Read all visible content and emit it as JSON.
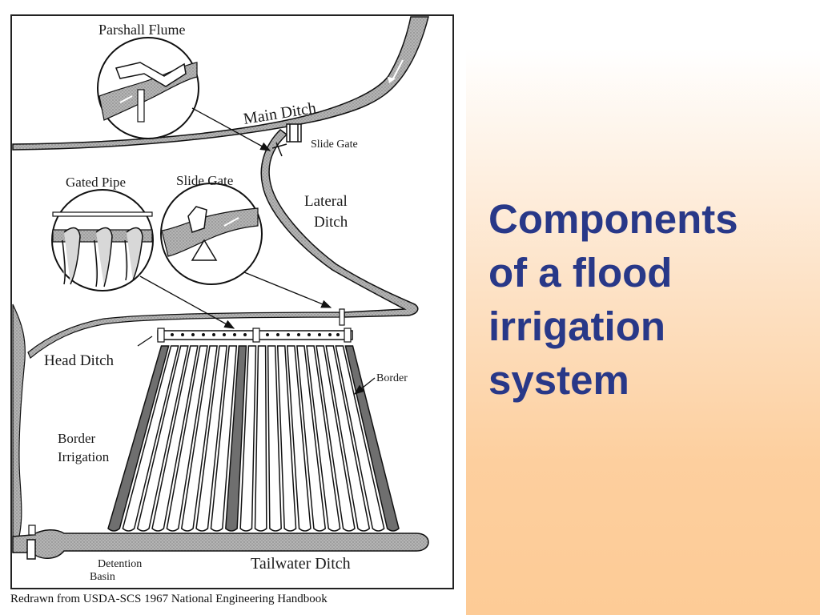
{
  "slide": {
    "title_lines": [
      "Components",
      "of a flood",
      "irrigation",
      "system"
    ],
    "colors": {
      "title": "#283888",
      "gradient_top": "#ffffff",
      "gradient_bottom": "#fdcb96"
    }
  },
  "figure": {
    "labels": {
      "parshall_flume": "Parshall Flume",
      "main_ditch": "Main Ditch",
      "slide_gate_top": "Slide Gate",
      "gated_pipe": "Gated Pipe",
      "slide_gate_inset": "Slide Gate",
      "lateral": "Lateral",
      "ditch": "Ditch",
      "head_ditch": "Head Ditch",
      "border": "Border",
      "border_irrigation_1": "Border",
      "border_irrigation_2": "Irrigation",
      "detention": "Detention",
      "basin": "Basin",
      "tailwater_ditch": "Tailwater Ditch"
    },
    "caption": "Redrawn from USDA-SCS 1967 National Engineering Handbook"
  }
}
